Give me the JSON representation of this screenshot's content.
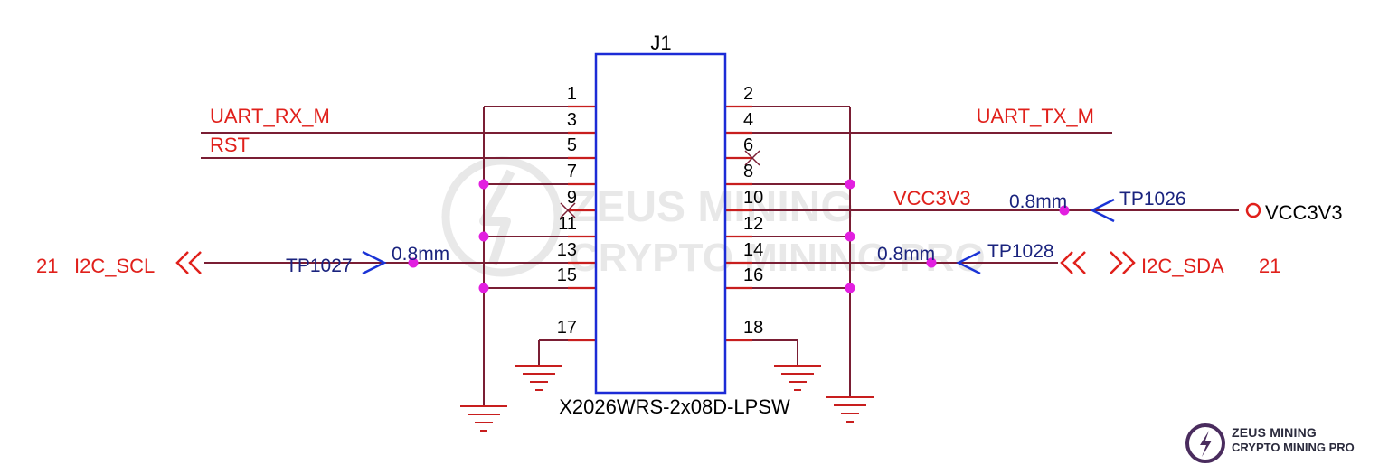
{
  "component": {
    "designator": "J1",
    "part_number": "X2026WRS-2x08D-LPSW",
    "left_pins": [
      "1",
      "3",
      "5",
      "7",
      "9",
      "11",
      "13",
      "15",
      "17"
    ],
    "right_pins": [
      "2",
      "4",
      "6",
      "8",
      "10",
      "12",
      "14",
      "16",
      "18"
    ]
  },
  "nets": {
    "uart_rx": "UART_RX_M",
    "uart_tx": "UART_TX_M",
    "rst": "RST",
    "vcc_mid": "VCC3V3",
    "vcc_port": "VCC3V3",
    "i2c_scl": "I2C_SCL",
    "i2c_sda": "I2C_SDA",
    "scl_sheet_ref": "21",
    "sda_sheet_ref": "21"
  },
  "test_points": [
    {
      "name": "TP1026",
      "size": "0.8mm"
    },
    {
      "name": "TP1027",
      "size": "0.8mm"
    },
    {
      "name": "TP1028",
      "size": "0.8mm"
    }
  ],
  "watermark": {
    "line1": "ZEUS MINING",
    "line2": "CRYPTO MINING PRO"
  },
  "logo": {
    "line1": "ZEUS MINING",
    "line2": "CRYPTO MINING PRO"
  },
  "colors": {
    "wire": "#7a1e34",
    "body": "#1c2bd6",
    "pin": "#c81e1e",
    "net_label": "#e0201b",
    "junction": "#e21fe0",
    "testpoint": "#1a33d6"
  }
}
